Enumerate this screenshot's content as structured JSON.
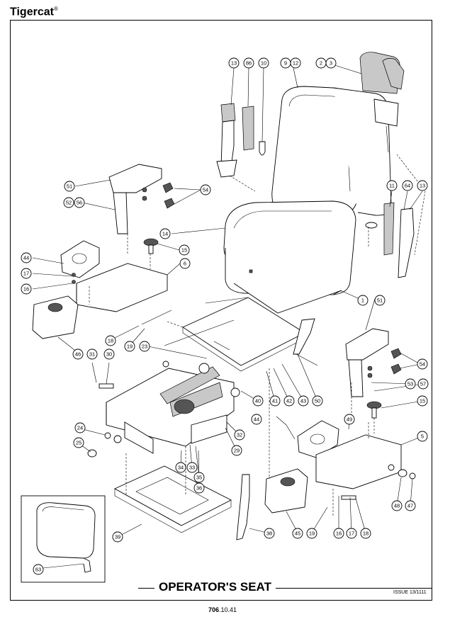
{
  "brand": {
    "name": "Tigercat",
    "mark": "®"
  },
  "title": "OPERATOR'S SEAT",
  "issue": "ISSUE 13/1111",
  "page_number": {
    "bold": "706",
    "rest": ".10.41"
  },
  "callouts": [
    {
      "id": "c13a",
      "label": "13"
    },
    {
      "id": "c86",
      "label": "86"
    },
    {
      "id": "c10",
      "label": "10"
    },
    {
      "id": "c9",
      "label": "9"
    },
    {
      "id": "c12",
      "label": "12"
    },
    {
      "id": "c2",
      "label": "2"
    },
    {
      "id": "c3",
      "label": "3"
    },
    {
      "id": "c51a",
      "label": "51"
    },
    {
      "id": "c54a",
      "label": "54"
    },
    {
      "id": "c52",
      "label": "52"
    },
    {
      "id": "c56",
      "label": "56"
    },
    {
      "id": "c14",
      "label": "14"
    },
    {
      "id": "c15a",
      "label": "15"
    },
    {
      "id": "c11",
      "label": "11"
    },
    {
      "id": "c64",
      "label": "64"
    },
    {
      "id": "c13b",
      "label": "13"
    },
    {
      "id": "c44a",
      "label": "44"
    },
    {
      "id": "c17a",
      "label": "17"
    },
    {
      "id": "c16a",
      "label": "16"
    },
    {
      "id": "c6",
      "label": "6"
    },
    {
      "id": "c1",
      "label": "1"
    },
    {
      "id": "c51b",
      "label": "51"
    },
    {
      "id": "c46",
      "label": "46"
    },
    {
      "id": "c18a",
      "label": "18"
    },
    {
      "id": "c19a",
      "label": "19"
    },
    {
      "id": "c23",
      "label": "23"
    },
    {
      "id": "c31",
      "label": "31"
    },
    {
      "id": "c30",
      "label": "30"
    },
    {
      "id": "c54b",
      "label": "54"
    },
    {
      "id": "c53",
      "label": "53"
    },
    {
      "id": "c57",
      "label": "57"
    },
    {
      "id": "c41",
      "label": "41"
    },
    {
      "id": "c42",
      "label": "42"
    },
    {
      "id": "c43",
      "label": "43"
    },
    {
      "id": "c50",
      "label": "50"
    },
    {
      "id": "c40",
      "label": "40"
    },
    {
      "id": "c15b",
      "label": "15"
    },
    {
      "id": "c49",
      "label": "49"
    },
    {
      "id": "c44b",
      "label": "44"
    },
    {
      "id": "c5",
      "label": "5"
    },
    {
      "id": "c24",
      "label": "24"
    },
    {
      "id": "c25",
      "label": "25"
    },
    {
      "id": "c32",
      "label": "32"
    },
    {
      "id": "c29",
      "label": "29"
    },
    {
      "id": "c34",
      "label": "34"
    },
    {
      "id": "c33",
      "label": "33"
    },
    {
      "id": "c35",
      "label": "35"
    },
    {
      "id": "c36",
      "label": "36"
    },
    {
      "id": "c48",
      "label": "48"
    },
    {
      "id": "c47",
      "label": "47"
    },
    {
      "id": "c39",
      "label": "39"
    },
    {
      "id": "c38",
      "label": "38"
    },
    {
      "id": "c45",
      "label": "45"
    },
    {
      "id": "c19b",
      "label": "19"
    },
    {
      "id": "c16b",
      "label": "16"
    },
    {
      "id": "c17b",
      "label": "17"
    },
    {
      "id": "c18b",
      "label": "18"
    },
    {
      "id": "c63",
      "label": "63"
    }
  ]
}
